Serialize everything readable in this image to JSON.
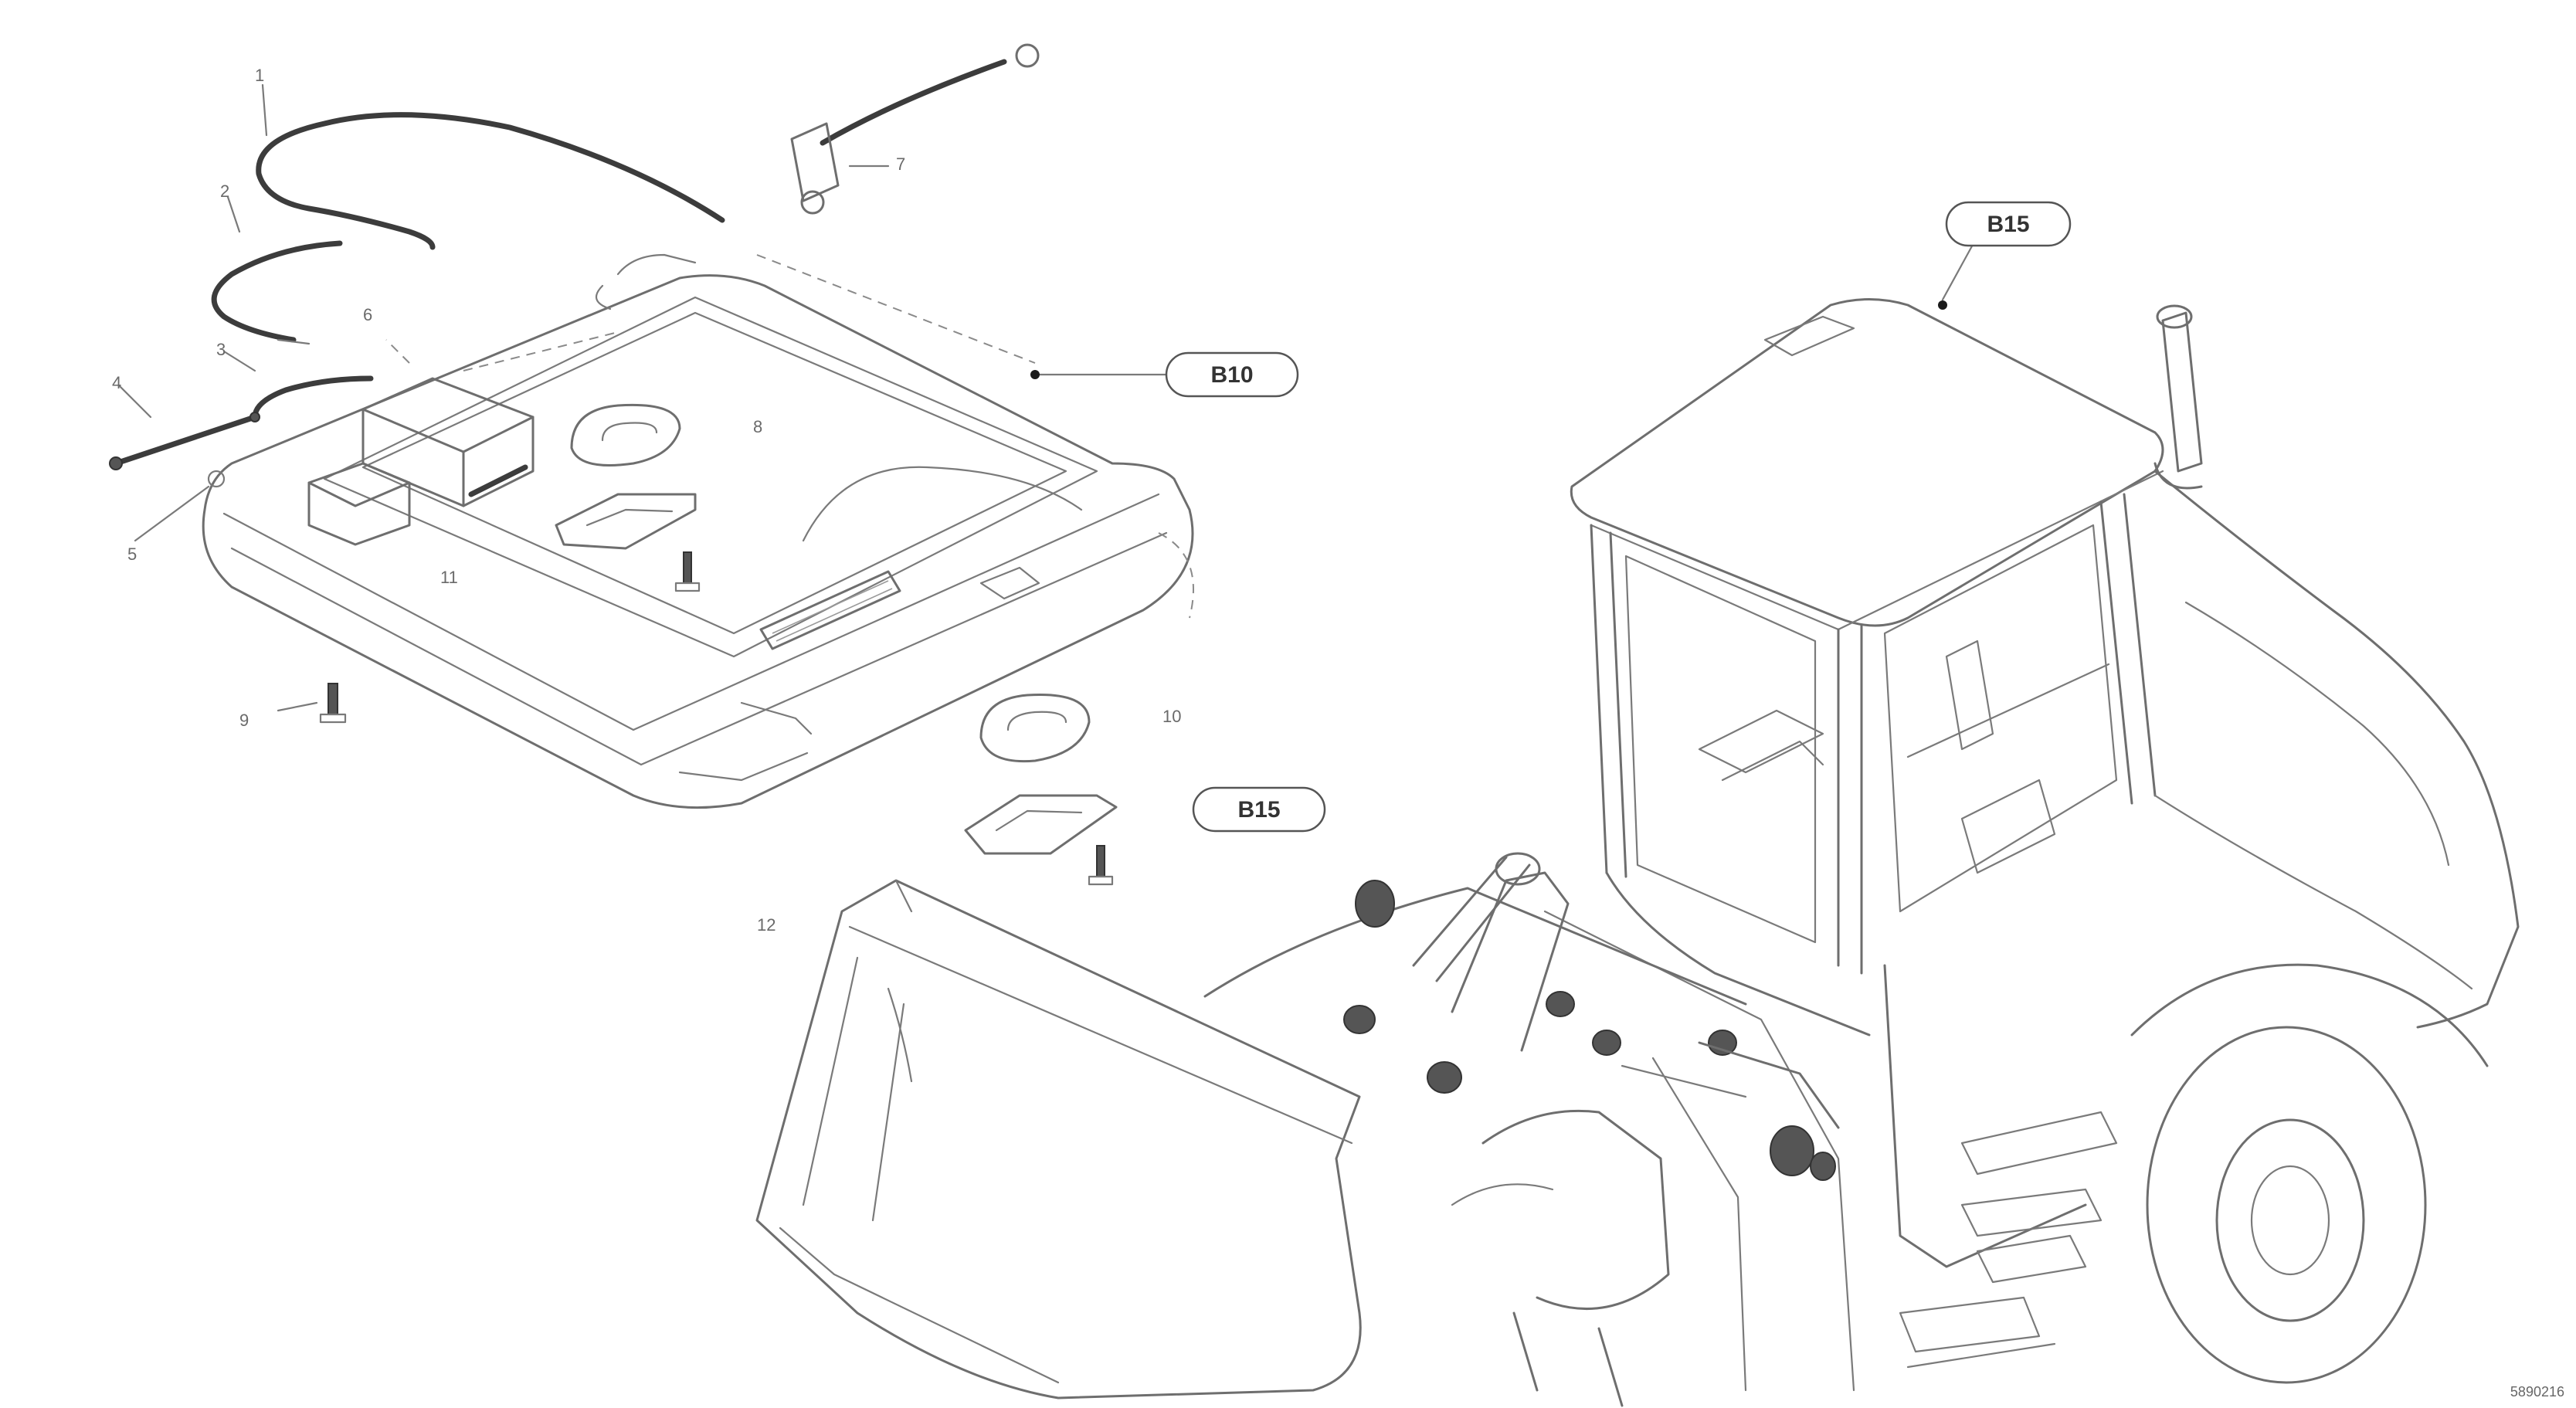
{
  "callouts": {
    "c1": "B15",
    "c2": "B10",
    "c3": "B15"
  },
  "item_numbers": {
    "n1": "1",
    "n2": "2",
    "n3": "3",
    "n4": "4",
    "n5": "5",
    "n6": "6",
    "n7": "7",
    "n8": "8",
    "n9": "9",
    "n10": "10",
    "n11": "11",
    "n12": "12"
  },
  "reference_code": "5890216"
}
